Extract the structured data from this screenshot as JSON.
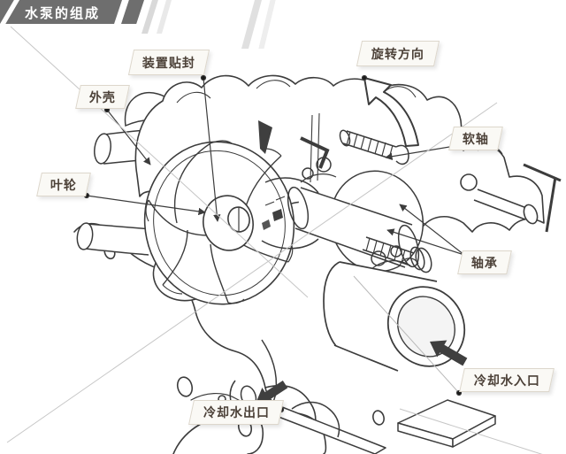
{
  "header": {
    "title": "水泵的组成",
    "bar_color": "#6e6e6e",
    "title_color": "#ffffff"
  },
  "diagram": {
    "subject": "水泵的组成",
    "labels": [
      {
        "name": "gasket-seal",
        "text": "装置贴封"
      },
      {
        "name": "outer-shell",
        "text": "外壳"
      },
      {
        "name": "impeller",
        "text": "叶轮"
      },
      {
        "name": "rotation-direction",
        "text": "旋转方向"
      },
      {
        "name": "flexible-shaft",
        "text": "软轴"
      },
      {
        "name": "bearing",
        "text": "轴承"
      },
      {
        "name": "cooling-water-inlet",
        "text": "冷却水入口"
      },
      {
        "name": "cooling-water-outlet",
        "text": "冷却水出口"
      }
    ],
    "icons": {
      "rotation_arrow": "curved-outline-arrow-counterclockwise",
      "inlet_arrow": "solid-arrow-up-left",
      "outlet_arrow": "solid-arrow-down-left"
    },
    "colors": {
      "line": "#3c3c3c",
      "label_text": "#4c4138",
      "label_fill": "#faf9f5",
      "decorative_line": "#c6c6c6",
      "solid_arrow": "#3f3f3f"
    }
  }
}
